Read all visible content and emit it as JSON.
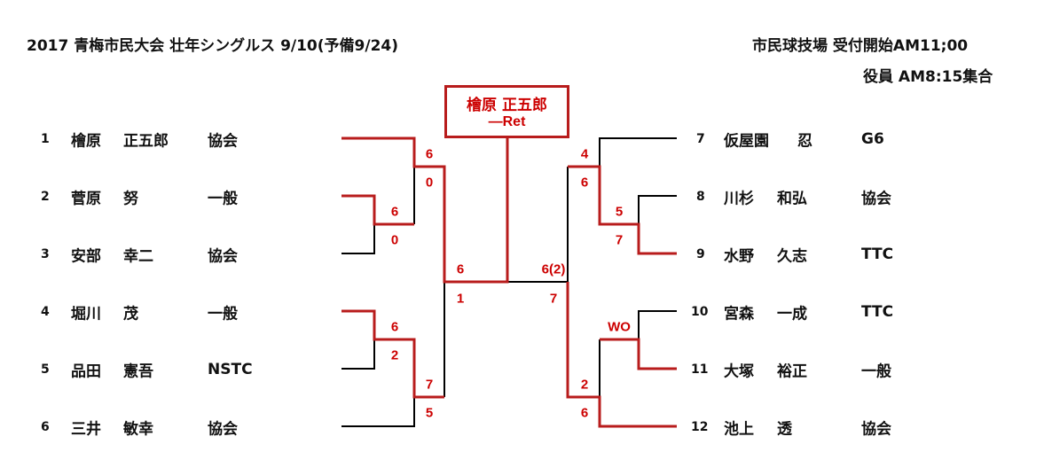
{
  "header": {
    "title": "2017  青梅市民大会  壮年シングルス 9/10(予備9/24)",
    "venue": "市民球技場  受付開始AM11;00",
    "officials": "役員  AM8:15集合"
  },
  "players_left": [
    {
      "no": "1",
      "surname": "檜原",
      "given": "正五郎",
      "club": "協会"
    },
    {
      "no": "2",
      "surname": "菅原",
      "given": "努",
      "club": "一般"
    },
    {
      "no": "3",
      "surname": "安部",
      "given": "幸二",
      "club": "協会"
    },
    {
      "no": "4",
      "surname": "堀川",
      "given": "茂",
      "club": "一般"
    },
    {
      "no": "5",
      "surname": "品田",
      "given": "憲吾",
      "club": "NSTC"
    },
    {
      "no": "6",
      "surname": "三井",
      "given": "敏幸",
      "club": "協会"
    }
  ],
  "players_right": [
    {
      "no": "7",
      "surname": "仮屋園",
      "given": "忍",
      "club": "G6"
    },
    {
      "no": "8",
      "surname": "川杉",
      "given": "和弘",
      "club": "協会"
    },
    {
      "no": "9",
      "surname": "水野",
      "given": "久志",
      "club": "TTC"
    },
    {
      "no": "10",
      "surname": "宮森",
      "given": "一成",
      "club": "TTC"
    },
    {
      "no": "11",
      "surname": "大塚",
      "given": "裕正",
      "club": "一般"
    },
    {
      "no": "12",
      "surname": "池上",
      "given": "透",
      "club": "協会"
    }
  ],
  "champion": {
    "name": "檜原  正五郎",
    "result": "—Ret"
  },
  "scores": {
    "l_r1_top": [
      "6",
      "0"
    ],
    "l_r1_bot": [
      "6",
      "2"
    ],
    "l_r2_top": [
      "6",
      "0"
    ],
    "l_r2_bot": [
      "7",
      "5"
    ],
    "sf_left": [
      "6",
      "1"
    ],
    "sf_right": [
      "6(2)",
      "7"
    ],
    "r_r2_top": [
      "4",
      "6"
    ],
    "r_r1_top": [
      "5",
      "7"
    ],
    "r_r1_bot": [
      "WO"
    ],
    "r_r2_bot": [
      "2",
      "6"
    ]
  },
  "colors": {
    "winner": "#b81c1c",
    "line": "#000000"
  }
}
